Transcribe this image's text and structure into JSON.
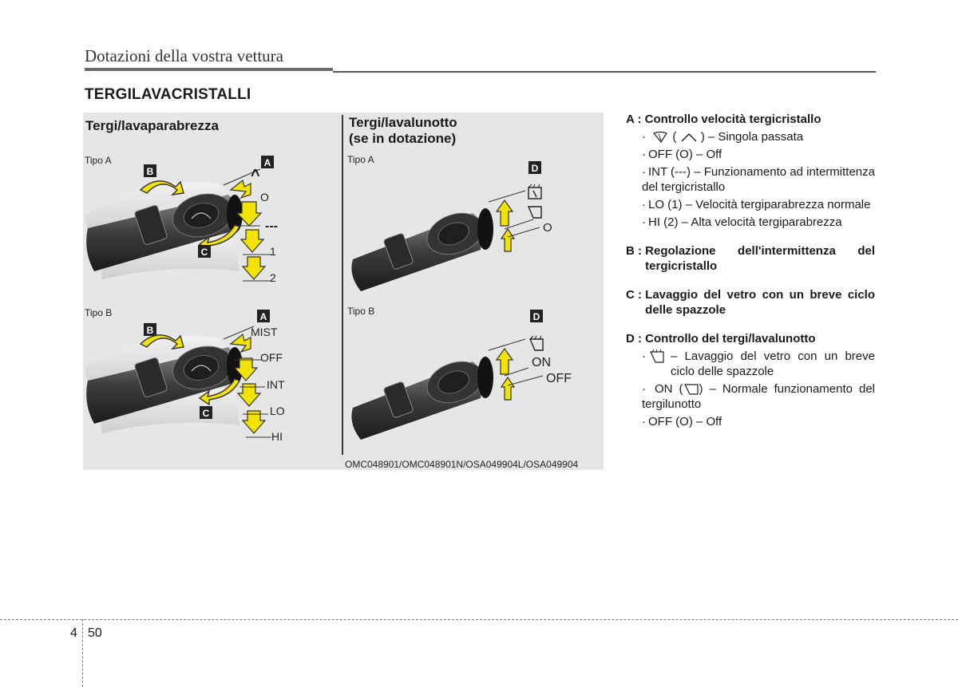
{
  "header": {
    "section_title": "Dotazioni della vostra vettura"
  },
  "heading": "TERGILAVACRISTALLI",
  "figure": {
    "left_title": "Tergi/lavaparabrezza",
    "right_title_line1": "Tergi/lavalunotto",
    "right_title_line2": "(se in dotazione)",
    "tipo_a": "Tipo A",
    "tipo_b": "Tipo B",
    "badges": {
      "a": "A",
      "b": "B",
      "c": "C",
      "d": "D"
    },
    "front_a_labels": [
      "^",
      "O",
      "---",
      "1",
      "2"
    ],
    "front_b_labels": [
      "MIST",
      "OFF",
      "INT",
      "LO",
      "HI"
    ],
    "rear_a_labels": [
      "O"
    ],
    "rear_b_labels": [
      "ON",
      "OFF"
    ],
    "code": "OMC048901/OMC048901N/OSA049904L/OSA049904"
  },
  "descriptions": {
    "a": {
      "key": "A : ",
      "title": "Controllo velocità tergicristallo",
      "items": [
        {
          "pre": "(",
          "post": ") – Singola passata",
          "icons": [
            "wiper-single",
            "caret"
          ]
        },
        {
          "text": "OFF (O) – Off"
        },
        {
          "text": "INT (---) – Funzionamento ad intermittenza del tergicristallo"
        },
        {
          "text": "LO (1) – Velocità tergiparabrezza normale"
        },
        {
          "text": "HI (2) – Alta velocità tergiparabrezza"
        }
      ]
    },
    "b": {
      "key": "B : ",
      "title": "Regolazione dell'intermittenza del tergicristallo"
    },
    "c": {
      "key": "C : ",
      "title": "Lavaggio del vetro con un breve ciclo delle spazzole"
    },
    "d": {
      "key": "D : ",
      "title": "Controllo del tergi/lavalunotto",
      "item1": "– Lavaggio del vetro con un breve ciclo delle spazzole",
      "item2_pre": "ON (",
      "item2_post": ") – Normale funzionamento del tergilunotto",
      "item3": "OFF (O) – Off"
    }
  },
  "footer": {
    "chapter": "4",
    "page": "50"
  },
  "colors": {
    "arrow_yellow": "#f2e300",
    "figure_bg": "#e6e6e6",
    "badge_bg": "#222222"
  }
}
